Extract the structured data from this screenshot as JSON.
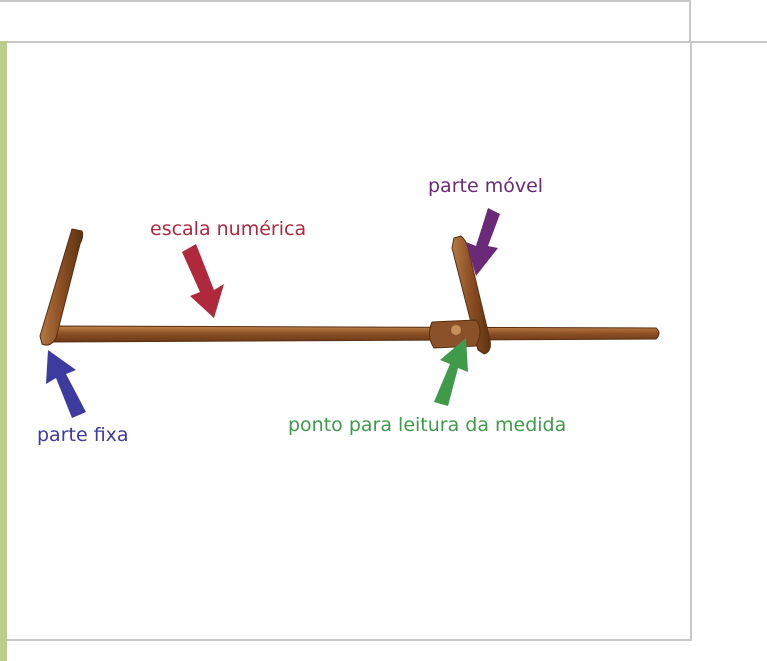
{
  "labels": {
    "escala": "escala numérica",
    "movel": "parte móvel",
    "fixa": "parte fixa",
    "ponto": "ponto para leitura da medida"
  },
  "colors": {
    "escala": "#b0283c",
    "movel": "#6a2a78",
    "fixa": "#3d3aa0",
    "ponto": "#3f9a4a",
    "wood": "#9a5a2c",
    "accent": "#b7cf8a",
    "frame": "#c8c8c8"
  }
}
